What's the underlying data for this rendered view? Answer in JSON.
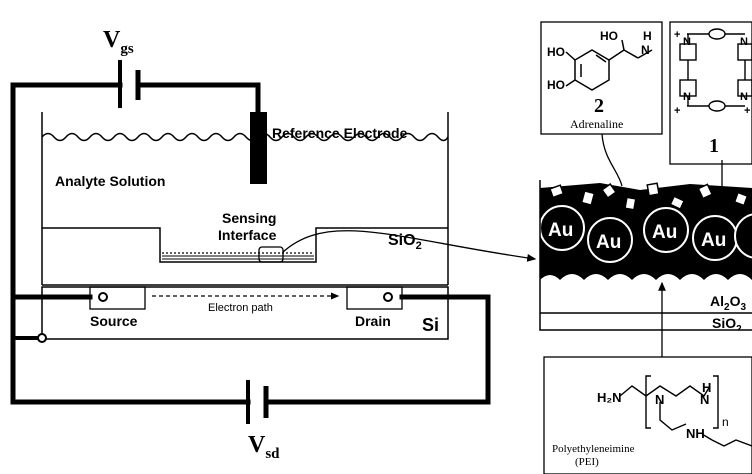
{
  "labels": {
    "vgs_main": "V",
    "vgs_sub": "gs",
    "vsd_main": "V",
    "vsd_sub": "sd",
    "reference_electrode": "Reference Electrode",
    "analyte_solution": "Analyte Solution",
    "sensing_interface_line1": "Sensing",
    "sensing_interface_line2": "Interface",
    "sio2_main": "SiO",
    "sio2_sub": "2",
    "source": "Source",
    "drain": "Drain",
    "electron_path": "Electron path",
    "si": "Si"
  },
  "inset": {
    "au": "Au",
    "al2o3_main": "Al",
    "al2o3_sub": "2",
    "al2o3_o": "O",
    "al2o3_sub2": "3",
    "sio2_main": "SiO",
    "sio2_sub": "2"
  },
  "compound_2": {
    "number": "2",
    "name": "Adrenaline",
    "atom_ho_a": "HO",
    "atom_ho_b": "HO",
    "atom_ho_c": "HO",
    "atom_h": "H",
    "atom_n": "N"
  },
  "compound_1": {
    "number": "1",
    "atom_n": "N",
    "charge": "+"
  },
  "pei": {
    "name_line1": "Polyethyleneimine",
    "name_line2": "(PEI)",
    "atom_h2n": "H₂N",
    "atom_n": "N",
    "atom_h": "H",
    "atom_nh": "NH",
    "repeat": "n"
  }
}
